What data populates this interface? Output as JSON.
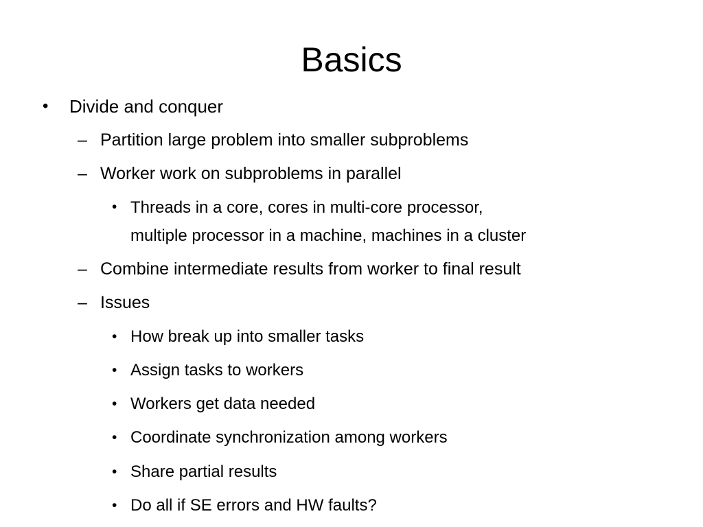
{
  "slide": {
    "title": "Basics",
    "bullets": [
      {
        "marker": "•",
        "text": "Divide and conquer"
      },
      {
        "marker": "–",
        "text": "Partition large problem into smaller subproblems"
      },
      {
        "marker": "–",
        "text": "Worker work on subproblems in parallel"
      },
      {
        "marker": "•",
        "line1": "Threads in  a core, cores in multi-core processor,",
        "line2": "multiple processor in a machine, machines in a cluster"
      },
      {
        "marker": "–",
        "text": "Combine intermediate results from worker to final result"
      },
      {
        "marker": "–",
        "text": "Issues"
      },
      {
        "marker": "•",
        "text": "How break up into smaller tasks"
      },
      {
        "marker": "•",
        "text": "Assign tasks to workers"
      },
      {
        "marker": "•",
        "text": "Workers get data needed"
      },
      {
        "marker": "•",
        "text": "Coordinate synchronization among workers"
      },
      {
        "marker": "•",
        "text": "Share partial results"
      },
      {
        "marker": "•",
        "text": "Do all if SE errors and HW faults?"
      }
    ]
  }
}
